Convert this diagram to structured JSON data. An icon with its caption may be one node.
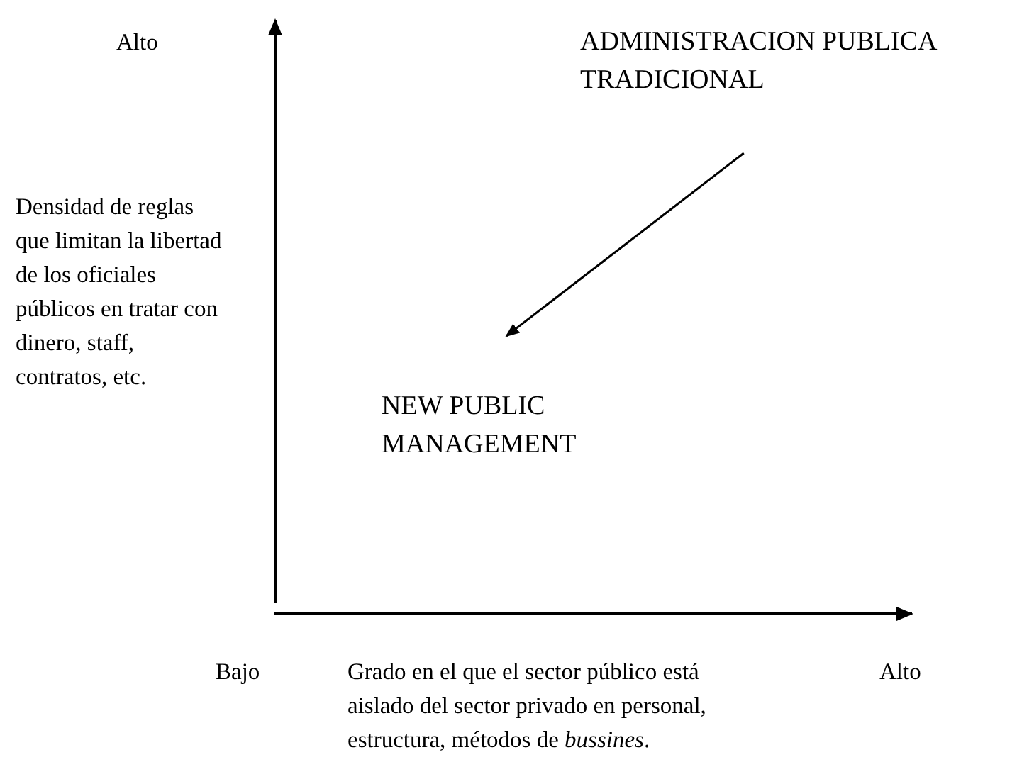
{
  "diagram": {
    "nodes": [
      {
        "text": [
          "ADMINISTRACION PUBLICA TRADICIONAL"
        ]
      },
      {
        "text": [
          "NEW PUBLIC MANAGEMENT"
        ]
      }
    ],
    "edges": [
      {
        "from": 0,
        "to": 1,
        "arrow": "to"
      }
    ],
    "labels": [
      "Alto",
      "Densidad de reglas que limitan la libertad de los oficiales públicos en tratar con dinero, staff, contratos, etc.",
      "Bajo",
      "Grado en el que el sector público está aislado del sector privado en personal, estructura, métodos de *bussines*.",
      "Alto"
    ]
  }
}
